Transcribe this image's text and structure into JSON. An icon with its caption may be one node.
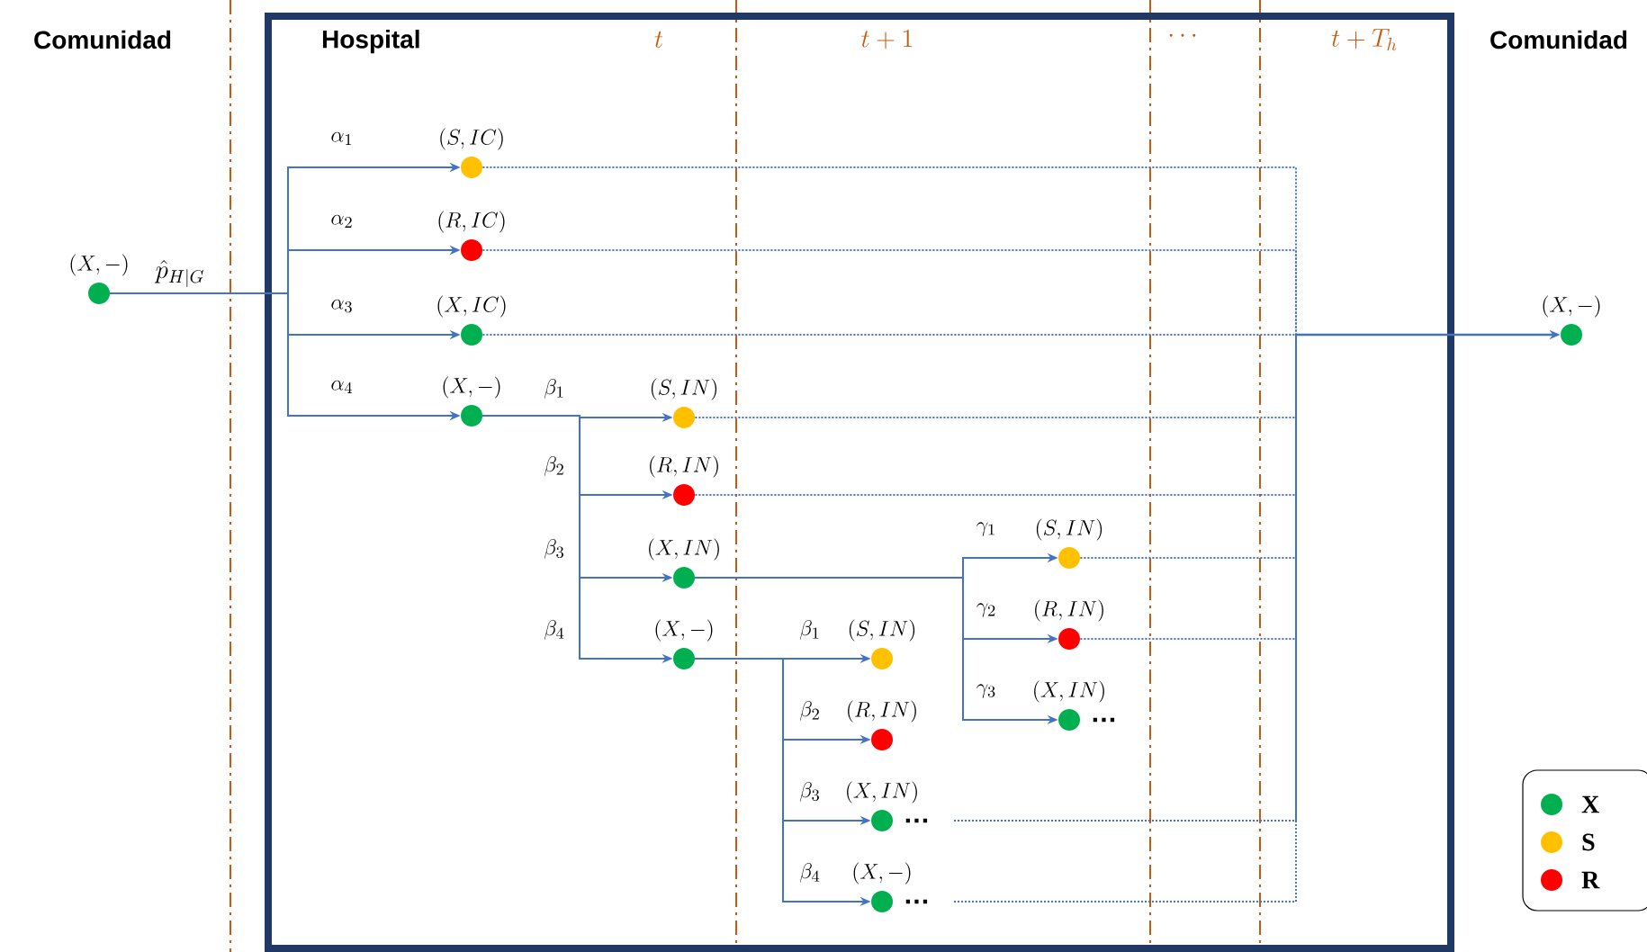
{
  "diagram": {
    "nodes": [
      {
        "text": [
          "Hospital"
        ]
      },
      {
        "text": [
          "(X,-)"
        ]
      },
      {
        "text": [
          "(S,IC)"
        ],
        "in": 0
      },
      {
        "text": [
          "(R,IC)"
        ],
        "in": 0
      },
      {
        "text": [
          "(X,IC)"
        ],
        "in": 0
      },
      {
        "text": [
          "(X,-)"
        ],
        "in": 0
      },
      {
        "text": [
          "(S,IN)"
        ],
        "in": 0
      },
      {
        "text": [
          "(R,IN)"
        ],
        "in": 0
      },
      {
        "text": [
          "(X,IN)"
        ],
        "in": 0
      },
      {
        "text": [
          "(X,-)"
        ],
        "in": 0
      },
      {
        "text": [
          "(S,IN)"
        ],
        "in": 0
      },
      {
        "text": [
          "(R,IN)"
        ],
        "in": 0
      },
      {
        "text": [
          "(X,IN)"
        ],
        "in": 0,
        "beside": [
          "…"
        ]
      },
      {
        "text": [
          "(S,IN)"
        ],
        "in": 0
      },
      {
        "text": [
          "(R,IN)"
        ],
        "in": 0
      },
      {
        "text": [
          "(X,IN)"
        ],
        "in": 0,
        "beside": [
          "…"
        ]
      },
      {
        "text": [
          "(X,-)"
        ],
        "in": 0,
        "beside": [
          "…"
        ]
      },
      {
        "text": [
          "(X,-)"
        ]
      }
    ],
    "edges": [
      {
        "from": 1,
        "to": 2,
        "arrow": "to",
        "label": "\\alpha_1"
      },
      {
        "from": 1,
        "to": 3,
        "arrow": "to",
        "label": "\\alpha_2"
      },
      {
        "from": 1,
        "to": 4,
        "arrow": "to",
        "label": "\\alpha_3"
      },
      {
        "from": 1,
        "to": 5,
        "arrow": "to",
        "label": "\\alpha_4"
      },
      {
        "from": 5,
        "to": 6,
        "arrow": "to",
        "label": "\\beta_1"
      },
      {
        "from": 5,
        "to": 7,
        "arrow": "to",
        "label": "\\beta_2"
      },
      {
        "from": 5,
        "to": 8,
        "arrow": "to",
        "label": "\\beta_3"
      },
      {
        "from": 5,
        "to": 9,
        "arrow": "to",
        "label": "\\beta_4"
      },
      {
        "from": 8,
        "to": 10,
        "arrow": "to",
        "label": "\\gamma_1"
      },
      {
        "from": 8,
        "to": 11,
        "arrow": "to",
        "label": "\\gamma_2"
      },
      {
        "from": 8,
        "to": 12,
        "arrow": "to",
        "label": "\\gamma_3"
      },
      {
        "from": 9,
        "to": 13,
        "arrow": "to",
        "label": "\\beta_1"
      },
      {
        "from": 9,
        "to": 14,
        "arrow": "to",
        "label": "\\beta_2"
      },
      {
        "from": 9,
        "to": 15,
        "arrow": "to",
        "label": "\\beta_3"
      },
      {
        "from": 9,
        "to": 16,
        "arrow": "to",
        "label": "\\beta_4"
      },
      {
        "from": 2,
        "to": 17,
        "arrow": "to",
        "style": "dashed"
      },
      {
        "from": 3,
        "to": 17,
        "arrow": "to",
        "style": "dashed"
      },
      {
        "from": 4,
        "to": 17,
        "arrow": "to",
        "style": "dashed"
      },
      {
        "from": 6,
        "to": 17,
        "arrow": "to",
        "style": "dashed"
      },
      {
        "from": 7,
        "to": 17,
        "arrow": "to",
        "style": "dashed"
      },
      {
        "from": 10,
        "to": 17,
        "arrow": "to",
        "style": "dashed"
      },
      {
        "from": 11,
        "to": 17,
        "arrow": "to",
        "style": "dashed"
      },
      {
        "from": 15,
        "to": 17,
        "arrow": "to",
        "style": "dashed"
      },
      {
        "from": 16,
        "to": 17,
        "arrow": "to",
        "style": "dashed"
      }
    ],
    "labels": [
      "Comunidad",
      "t",
      "t+1",
      "\\cdots",
      "t+T_h",
      "Comunidad",
      "\\hat{p}_{H|G}"
    ],
    "legend": [
      {
        "text": "X",
        "color": "#00b050"
      },
      {
        "text": "S",
        "color": "#ffc000"
      },
      {
        "text": "R",
        "color": "#ff0000"
      }
    ]
  }
}
